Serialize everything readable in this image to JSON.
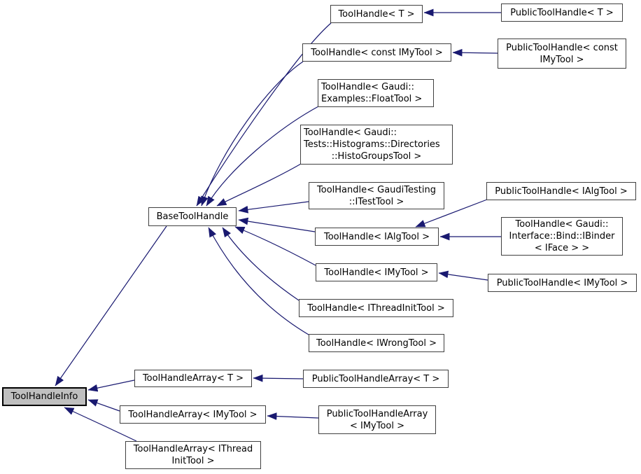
{
  "diagram": {
    "colors": {
      "background": "#ffffff",
      "edge": "#191970",
      "node_fill": "#ffffff",
      "node_border": "#404040",
      "highlight_fill": "#bfbfbf",
      "highlight_border": "#000000"
    },
    "nodes": {
      "toolhandle_t": {
        "lines": [
          "ToolHandle< T >"
        ]
      },
      "public_toolhandle_t": {
        "lines": [
          "PublicToolHandle< T >"
        ]
      },
      "toolhandle_const_imytool": {
        "lines": [
          "ToolHandle< const IMyTool >"
        ]
      },
      "public_toolhandle_const_imytool": {
        "lines": [
          "PublicToolHandle< const",
          "IMyTool >"
        ]
      },
      "toolhandle_floattool": {
        "lines": [
          "ToolHandle< Gaudi::",
          "Examples::FloatTool >"
        ]
      },
      "toolhandle_histogroupstool": {
        "lines": [
          "ToolHandle< Gaudi::",
          "Tests::Histograms::Directories",
          "::HistoGroupsTool >"
        ]
      },
      "toolhandle_itesttool": {
        "lines": [
          "ToolHandle< GaudiTesting",
          "::ITestTool >"
        ]
      },
      "public_toolhandle_ialgtool": {
        "lines": [
          "PublicToolHandle< IAlgTool >"
        ]
      },
      "basetoolhandle": {
        "lines": [
          "BaseToolHandle"
        ]
      },
      "toolhandle_ialgtool": {
        "lines": [
          "ToolHandle< IAlgTool >"
        ]
      },
      "toolhandle_ibinder": {
        "lines": [
          "ToolHandle< Gaudi::",
          "Interface::Bind::IBinder",
          "< IFace > >"
        ]
      },
      "toolhandle_imytool": {
        "lines": [
          "ToolHandle< IMyTool >"
        ]
      },
      "public_toolhandle_imytool": {
        "lines": [
          "PublicToolHandle< IMyTool >"
        ]
      },
      "toolhandle_ithreadinittool": {
        "lines": [
          "ToolHandle< IThreadInitTool >"
        ]
      },
      "toolhandle_iwrongtool": {
        "lines": [
          "ToolHandle< IWrongTool >"
        ]
      },
      "toolhandlearray_t": {
        "lines": [
          "ToolHandleArray< T >"
        ]
      },
      "public_toolhandlearray_t": {
        "lines": [
          "PublicToolHandleArray< T >"
        ]
      },
      "toolhandleinfo": {
        "lines": [
          "ToolHandleInfo"
        ],
        "highlighted": true
      },
      "toolhandlearray_imytool": {
        "lines": [
          "ToolHandleArray< IMyTool >"
        ]
      },
      "public_toolhandlearray_imytool": {
        "lines": [
          "PublicToolHandleArray",
          "< IMyTool >"
        ]
      },
      "toolhandlearray_ithreadinittool": {
        "lines": [
          "ToolHandleArray< IThread",
          "InitTool >"
        ]
      }
    },
    "edges": [
      {
        "from": "public_toolhandle_t",
        "to": "toolhandle_t"
      },
      {
        "from": "public_toolhandle_const_imytool",
        "to": "toolhandle_const_imytool"
      },
      {
        "from": "toolhandle_t",
        "to": "basetoolhandle"
      },
      {
        "from": "toolhandle_const_imytool",
        "to": "basetoolhandle"
      },
      {
        "from": "toolhandle_floattool",
        "to": "basetoolhandle"
      },
      {
        "from": "toolhandle_histogroupstool",
        "to": "basetoolhandle"
      },
      {
        "from": "toolhandle_itesttool",
        "to": "basetoolhandle"
      },
      {
        "from": "toolhandle_ialgtool",
        "to": "basetoolhandle"
      },
      {
        "from": "toolhandle_imytool",
        "to": "basetoolhandle"
      },
      {
        "from": "toolhandle_ithreadinittool",
        "to": "basetoolhandle"
      },
      {
        "from": "toolhandle_iwrongtool",
        "to": "basetoolhandle"
      },
      {
        "from": "public_toolhandle_ialgtool",
        "to": "toolhandle_ialgtool"
      },
      {
        "from": "toolhandle_ibinder",
        "to": "toolhandle_ialgtool"
      },
      {
        "from": "public_toolhandle_imytool",
        "to": "toolhandle_imytool"
      },
      {
        "from": "basetoolhandle",
        "to": "toolhandleinfo"
      },
      {
        "from": "toolhandlearray_t",
        "to": "toolhandleinfo"
      },
      {
        "from": "toolhandlearray_imytool",
        "to": "toolhandleinfo"
      },
      {
        "from": "toolhandlearray_ithreadinittool",
        "to": "toolhandleinfo"
      },
      {
        "from": "public_toolhandlearray_t",
        "to": "toolhandlearray_t"
      },
      {
        "from": "public_toolhandlearray_imytool",
        "to": "toolhandlearray_imytool"
      }
    ]
  }
}
